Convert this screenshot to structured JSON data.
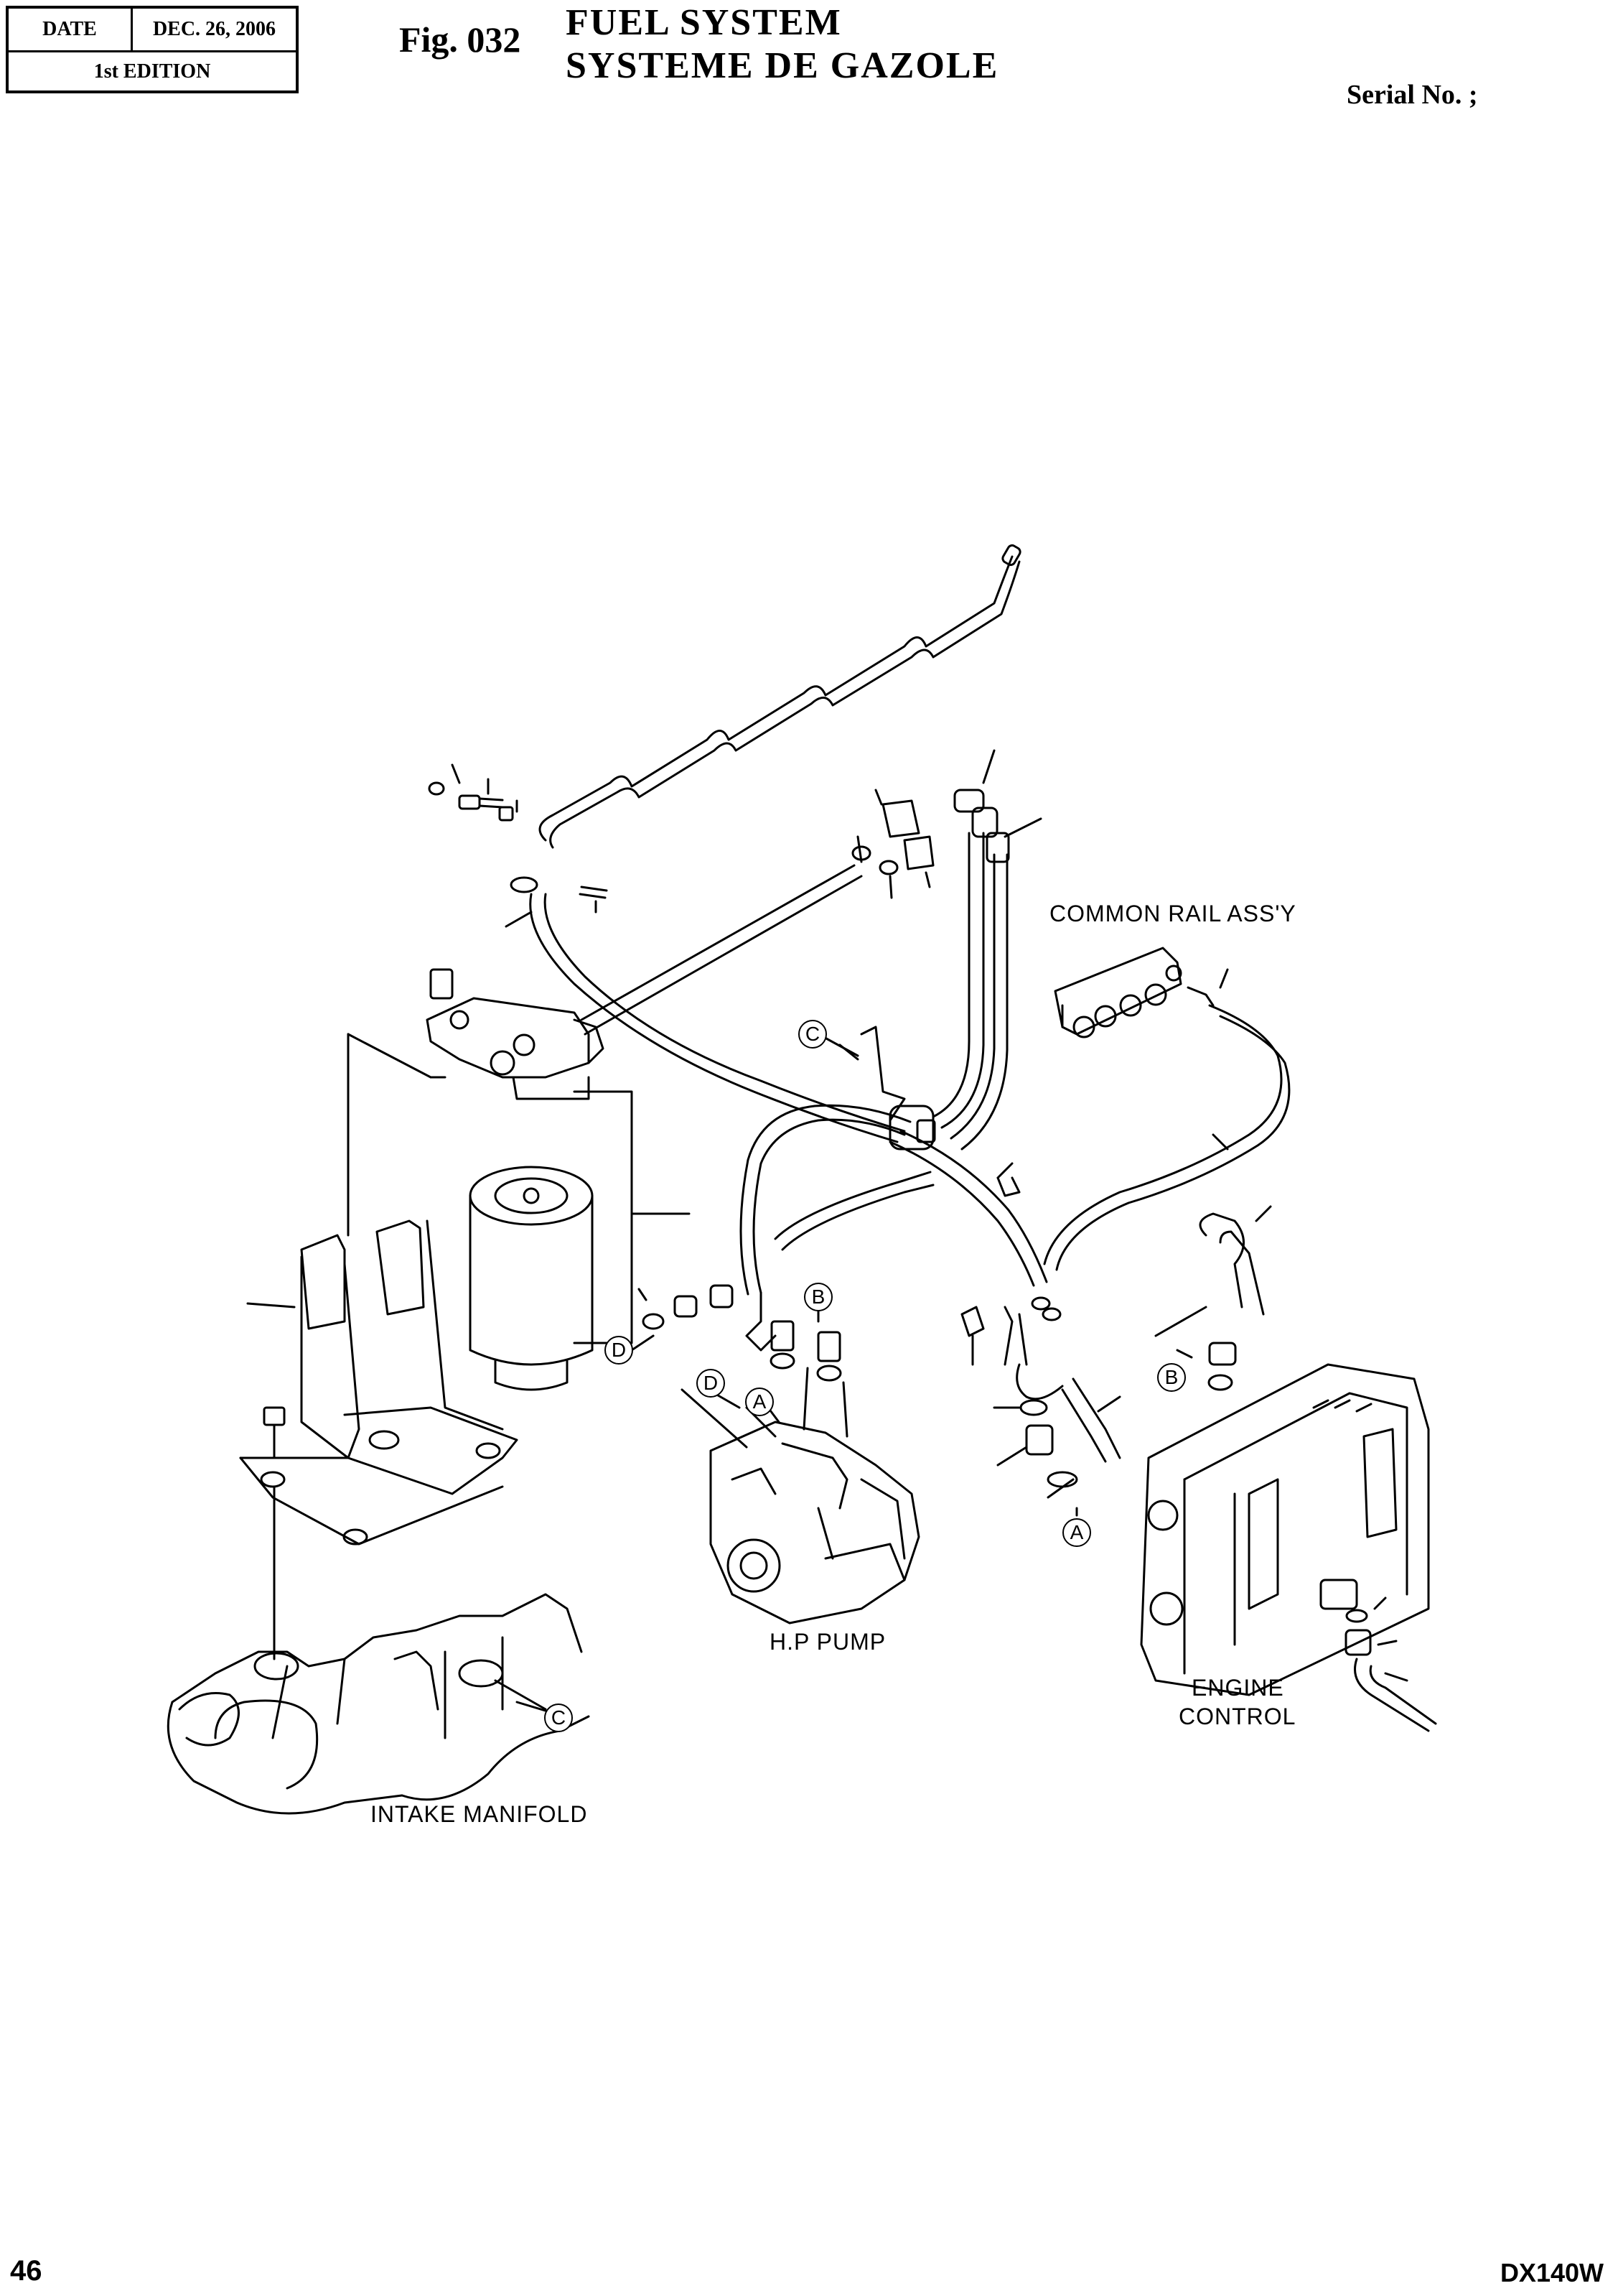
{
  "header": {
    "date_label": "DATE",
    "date_value": "DEC. 26, 2006",
    "edition": "1st EDITION",
    "fig_number": "Fig. 032",
    "title_en": "FUEL SYSTEM",
    "title_fr": "SYSTEME DE GAZOLE",
    "serial": "Serial No. ;"
  },
  "labels": {
    "common_rail": "COMMON RAIL ASS'Y",
    "hp_pump": "H.P PUMP",
    "engine_control_1": "ENGINE",
    "engine_control_2": "CONTROL",
    "intake_manifold": "INTAKE MANIFOLD"
  },
  "callouts": {
    "c_bracket": "C",
    "c_manifold": "C",
    "d_left": "D",
    "d_pump": "D",
    "a_pump": "A",
    "b_pump": "B",
    "a_right": "A",
    "b_right": "B"
  },
  "footer": {
    "page": "46",
    "model": "DX140W"
  }
}
